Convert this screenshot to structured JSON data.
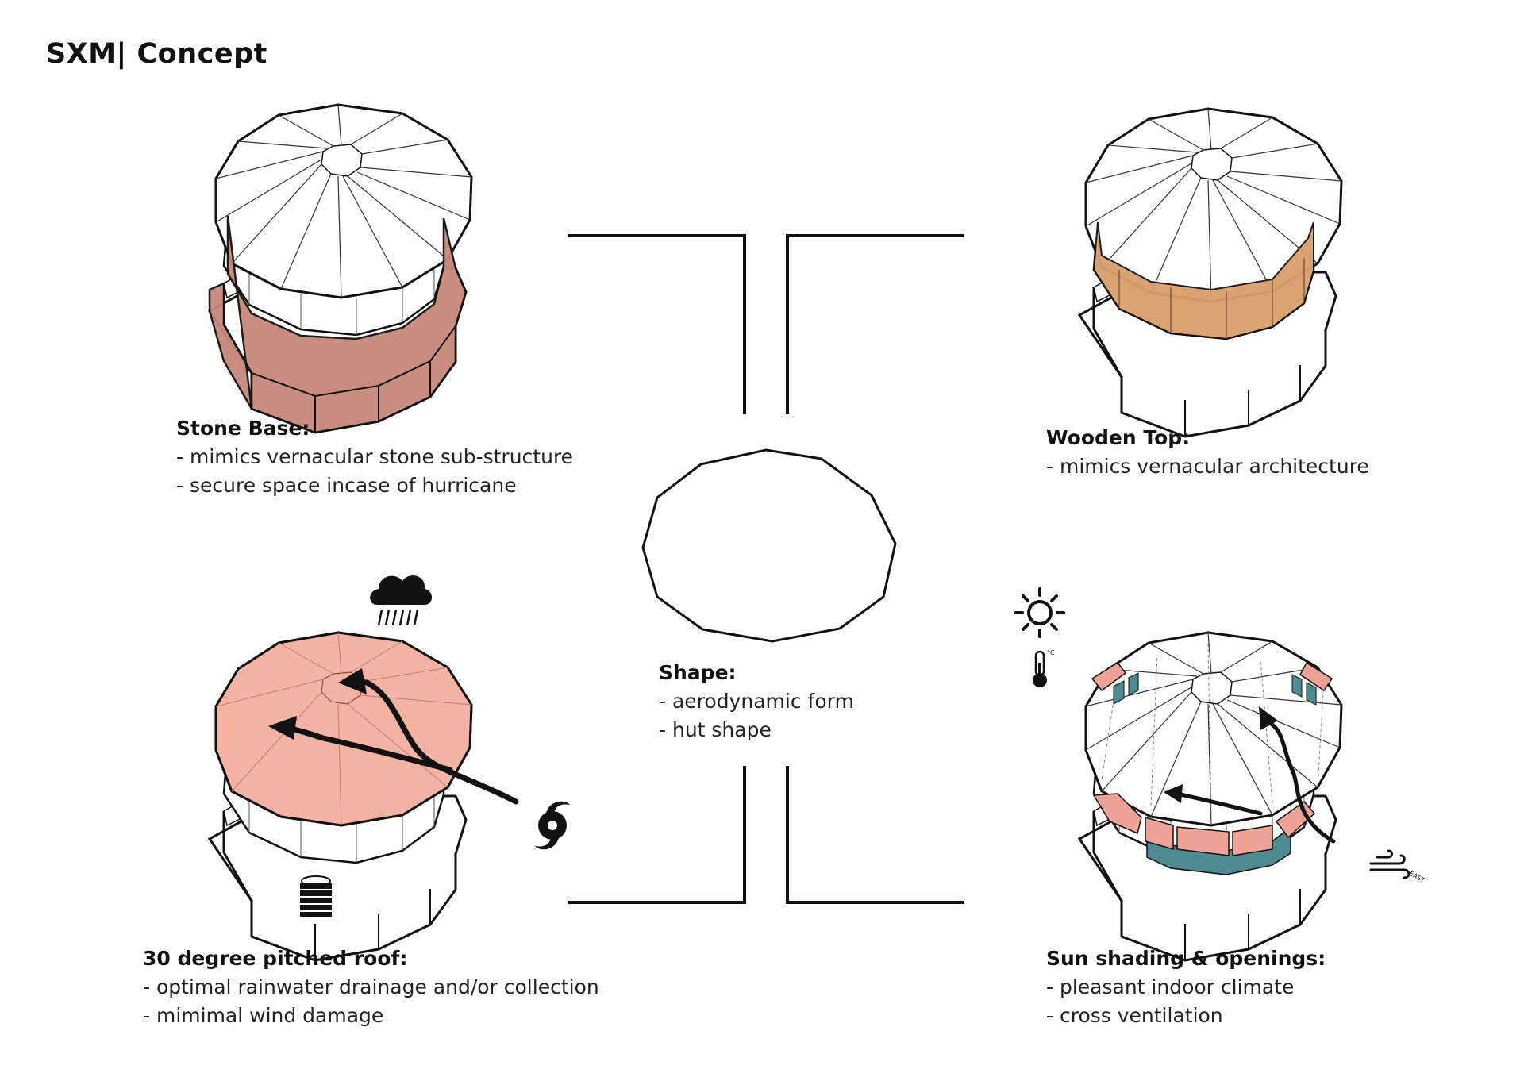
{
  "title": "SXM| Concept",
  "colors": {
    "stone": "#c8887a",
    "wood": "#d9a06b",
    "roof": "#f4b3a3",
    "shade": "#eea396",
    "glass": "#4e8b91",
    "outline": "#111111"
  },
  "panels": {
    "stone_base": {
      "heading": "Stone Base:",
      "lines": [
        "- mimics vernacular stone sub-structure",
        "- secure space incase of hurricane"
      ]
    },
    "wooden_top": {
      "heading": "Wooden Top:",
      "lines": [
        "- mimics vernacular architecture"
      ]
    },
    "shape": {
      "heading": "Shape:",
      "lines": [
        "- aerodynamic form",
        "- hut shape"
      ]
    },
    "pitched_roof": {
      "heading": "30 degree pitched roof:",
      "lines": [
        "- optimal rainwater drainage and/or collection",
        "- mimimal wind damage"
      ]
    },
    "sun_shading": {
      "heading": "Sun shading & openings:",
      "lines": [
        "- pleasant indoor climate",
        "- cross ventilation"
      ]
    }
  },
  "icons": [
    "rain-cloud-icon",
    "hurricane-icon",
    "water-tank-icon",
    "sun-icon",
    "thermometer-icon",
    "wind-east-icon"
  ],
  "wind_label": "EAST",
  "temp_label": "°C"
}
